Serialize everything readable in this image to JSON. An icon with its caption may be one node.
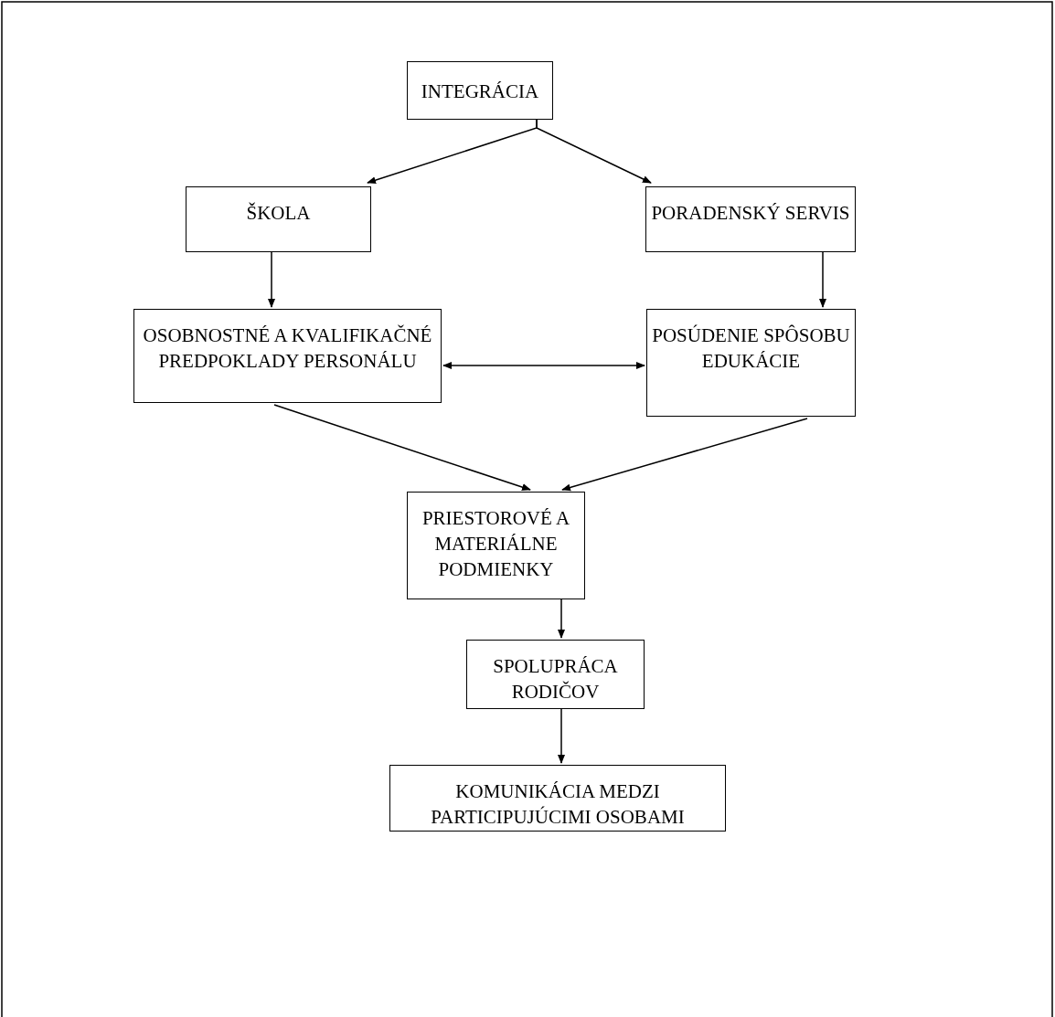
{
  "diagram": {
    "nodes": [
      {
        "text": [
          "INTEGRÁCIA"
        ]
      },
      {
        "text": [
          "ŠKOLA"
        ]
      },
      {
        "text": [
          "PORADENSKÝ SERVIS"
        ]
      },
      {
        "text": [
          "OSOBNOSTNÉ A KVALIFIKAČNÉ PREDPOKLADY PERSONÁLU"
        ]
      },
      {
        "text": [
          "POSÚDENIE SPÔSOBU EDUKÁCIE"
        ]
      },
      {
        "text": [
          "PRIESTOROVÉ A MATERIÁLNE PODMIENKY"
        ]
      },
      {
        "text": [
          "SPOLUPRÁCA RODIČOV"
        ]
      },
      {
        "text": [
          "KOMUNIKÁCIA MEDZI PARTICIPUJÚCIMI OSOBAMI"
        ]
      }
    ],
    "edges": [
      {
        "from": 0,
        "to": 1,
        "arrow": "to"
      },
      {
        "from": 0,
        "to": 2,
        "arrow": "to"
      },
      {
        "from": 1,
        "to": 3,
        "arrow": "to"
      },
      {
        "from": 2,
        "to": 4,
        "arrow": "to"
      },
      {
        "from": 3,
        "to": 4,
        "arrow": "both"
      },
      {
        "from": 3,
        "to": 5,
        "arrow": "to"
      },
      {
        "from": 4,
        "to": 5,
        "arrow": "to"
      },
      {
        "from": 5,
        "to": 6,
        "arrow": "to"
      },
      {
        "from": 6,
        "to": 7,
        "arrow": "to"
      }
    ]
  }
}
